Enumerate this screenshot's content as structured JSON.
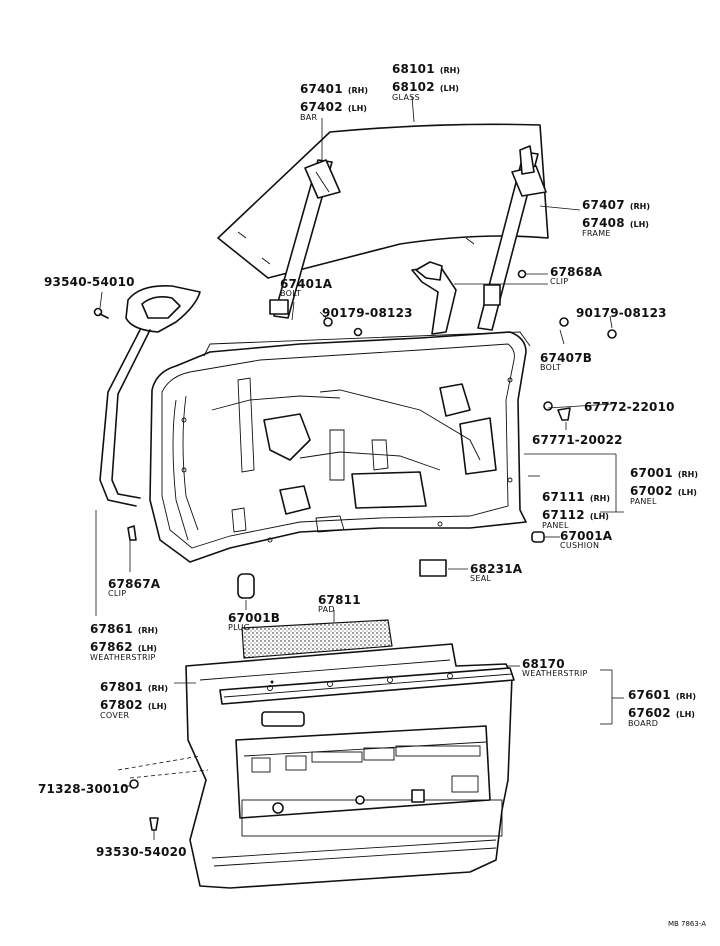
{
  "labels": {
    "glass": {
      "rh": "68101",
      "rh_sfx": "(RH)",
      "lh": "68102",
      "lh_sfx": "(LH)",
      "name": "GLASS"
    },
    "bar": {
      "rh": "67401",
      "rh_sfx": "(RH)",
      "lh": "67402",
      "lh_sfx": "(LH)",
      "name": "BAR"
    },
    "frame": {
      "rh": "67407",
      "rh_sfx": "(RH)",
      "lh": "67408",
      "lh_sfx": "(LH)",
      "name": "FRAME"
    },
    "screw_top": {
      "num": "93540-54010"
    },
    "clip_top": {
      "num": "67868A",
      "name": "CLIP"
    },
    "bolt_a": {
      "num": "67401A",
      "name": "BOLT"
    },
    "nut_left": {
      "num": "90179-08123"
    },
    "nut_right": {
      "num": "90179-08123"
    },
    "bolt_b": {
      "num": "67407B",
      "name": "BOLT"
    },
    "part_22010": {
      "num": "67772-22010"
    },
    "part_20022": {
      "num": "67771-20022"
    },
    "panel_outer": {
      "rh": "67001",
      "rh_sfx": "(RH)",
      "lh": "67002",
      "lh_sfx": "(LH)",
      "name": "PANEL"
    },
    "panel_inner": {
      "rh": "67111",
      "rh_sfx": "(RH)",
      "lh": "67112",
      "lh_sfx": "(LH)",
      "name": "PANEL"
    },
    "cushion": {
      "num": "67001A",
      "name": "CUSHION"
    },
    "seal": {
      "num": "68231A",
      "name": "SEAL"
    },
    "clip_left": {
      "num": "67867A",
      "name": "CLIP"
    },
    "weatherstrip_left": {
      "rh": "67861",
      "rh_sfx": "(RH)",
      "lh": "67862",
      "lh_sfx": "(LH)",
      "name": "WEATHERSTRIP"
    },
    "plug": {
      "num": "67001B",
      "name": "PLUG"
    },
    "pad": {
      "num": "67811",
      "name": "PAD"
    },
    "weatherstrip_right": {
      "num": "68170",
      "name": "WEATHERSTRIP"
    },
    "cover": {
      "rh": "67801",
      "rh_sfx": "(RH)",
      "lh": "67802",
      "lh_sfx": "(LH)",
      "name": "COVER"
    },
    "board": {
      "rh": "67601",
      "rh_sfx": "(RH)",
      "lh": "67602",
      "lh_sfx": "(LH)",
      "name": "BOARD"
    },
    "bolt_bottom": {
      "num": "71328-30010"
    },
    "screw_bottom": {
      "num": "93530-54020"
    }
  },
  "drawing_code": "MB 7863-A"
}
